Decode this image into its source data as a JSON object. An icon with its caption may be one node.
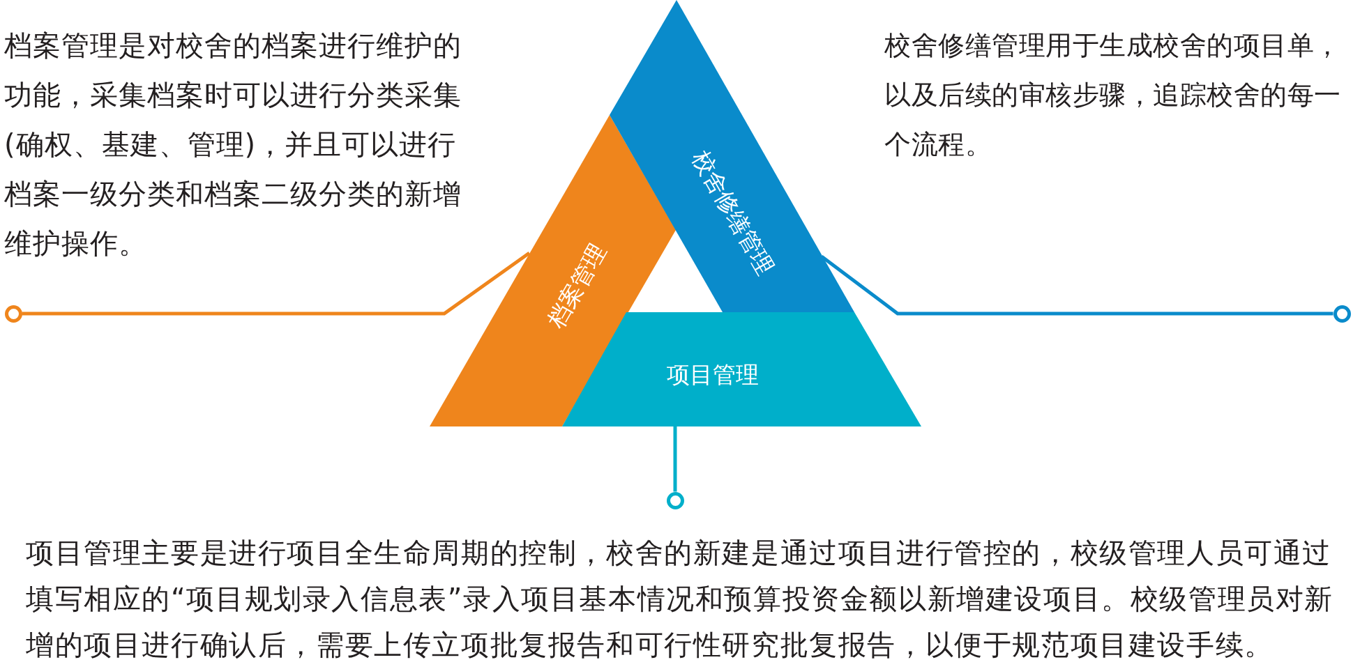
{
  "diagram": {
    "nodes": [
      {
        "text": [],
        "shape": "circle"
      },
      {
        "text": [],
        "shape": "circle"
      },
      {
        "text": [
          "档案管理"
        ]
      },
      {
        "text": [
          "校舍修缮管理"
        ]
      },
      {
        "text": [
          "项目管理"
        ]
      },
      {
        "text": [],
        "shape": "circle",
        "beside": [
          "项目管理主要是进行项目全生命周期的控制，校舍的新建是通过项目进行管控的，校级管理人员可通过填写相应的“项目规划录入信息表”录入项目基本情况和预算投资金额以新增建设项目。校级管理员对新增的项目进行确认后，需要上传立项批复报告和可行性研究批复报告，以便于规范项目建设手续。"
        ]
      }
    ],
    "edges": [
      {
        "from": 0,
        "to": 2,
        "arrow": "none",
        "color": "#ef851c"
      },
      {
        "from": 1,
        "to": 3,
        "arrow": "none",
        "color": "#0a8bcb"
      },
      {
        "from": 5,
        "to": 4,
        "arrow": "none",
        "color": "#00afca"
      }
    ],
    "labels": [
      "档案管理是对校舍的档案进行维护的功能，采集档案时可以进行分类采集(确权、基建、管理)，并且可以进行档案一级分类和档案二级分类的新增维护操作。",
      "校舍修缮管理用于生成校舍的项目单，以及后续的审核步骤，追踪校舍的每一个流程。"
    ]
  }
}
